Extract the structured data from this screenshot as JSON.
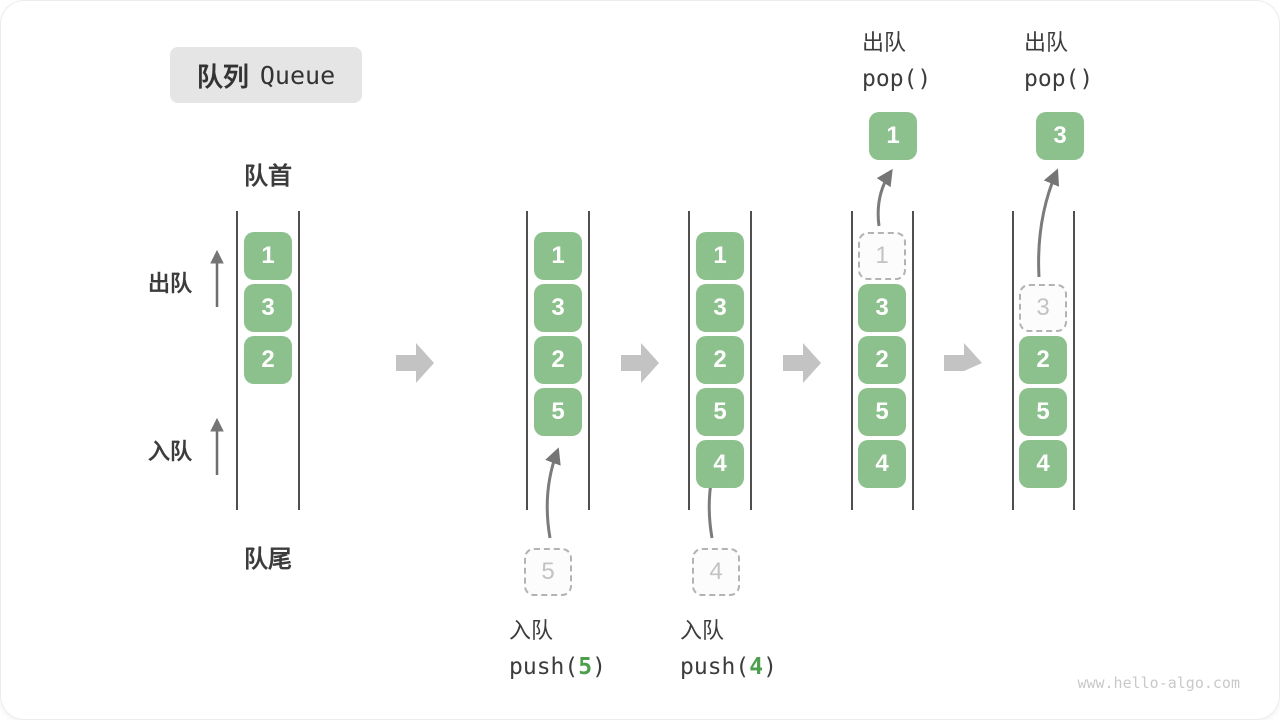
{
  "title": {
    "zh": "队列",
    "en": "Queue"
  },
  "labels": {
    "front": "队首",
    "rear": "队尾",
    "dequeue": "出队",
    "enqueue": "入队"
  },
  "colors": {
    "cell_green": "#8cc08c",
    "code_green": "#4d9e4d",
    "label_dark": "#3c3c3c",
    "block_arrow_gray": "#c3c3c3",
    "wall_gray": "#4f4f4f",
    "ghost_border": "#b3b3b3",
    "ghost_text": "#c3c3c3",
    "title_bg": "#e5e5e5",
    "watermark_gray": "#c9c9c9"
  },
  "queues": [
    {
      "cells": [
        "1",
        "3",
        "2"
      ]
    },
    {
      "cells": [
        "1",
        "3",
        "2",
        "5"
      ],
      "pending": "5",
      "op": {
        "label": "入队",
        "code_prefix": "push(",
        "code_arg": "5",
        "code_suffix": ")"
      }
    },
    {
      "cells": [
        "1",
        "3",
        "2",
        "5",
        "4"
      ],
      "pending": "4",
      "op": {
        "label": "入队",
        "code_prefix": "push(",
        "code_arg": "4",
        "code_suffix": ")"
      }
    },
    {
      "cells": [
        "1",
        "3",
        "2",
        "5",
        "4"
      ],
      "popped": "1",
      "op": {
        "label": "出队",
        "code": "pop()"
      }
    },
    {
      "cells": [
        "3",
        "2",
        "5",
        "4"
      ],
      "popped": "3",
      "op": {
        "label": "出队",
        "code": "pop()"
      }
    }
  ],
  "watermark": "www.hello-algo.com"
}
